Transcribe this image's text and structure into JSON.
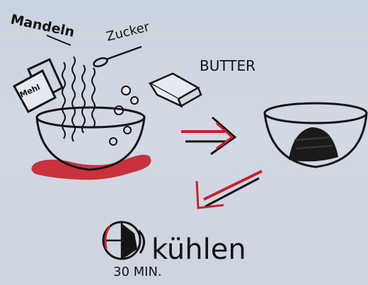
{
  "labels": {
    "mandeln": "Mandeln",
    "jar": "Mehl",
    "zucker": "Zucker",
    "butter": "BUTTER",
    "action": "kühlen",
    "duration": "30 MIN."
  },
  "colors": {
    "ink": "#141414",
    "red_marker": "#c8202a",
    "paper": "#cfd7e3"
  },
  "icons": {
    "jar": "jar-icon",
    "spoon": "spoon-icon",
    "butter": "butter-block-icon",
    "mixing_bowl": "mixing-bowl-icon",
    "result_bowl": "bowl-with-dough-icon",
    "arrow_right": "double-arrow-right-icon",
    "arrow_down_left": "arrow-down-left-icon",
    "fridge": "snowflake-clock-icon"
  }
}
